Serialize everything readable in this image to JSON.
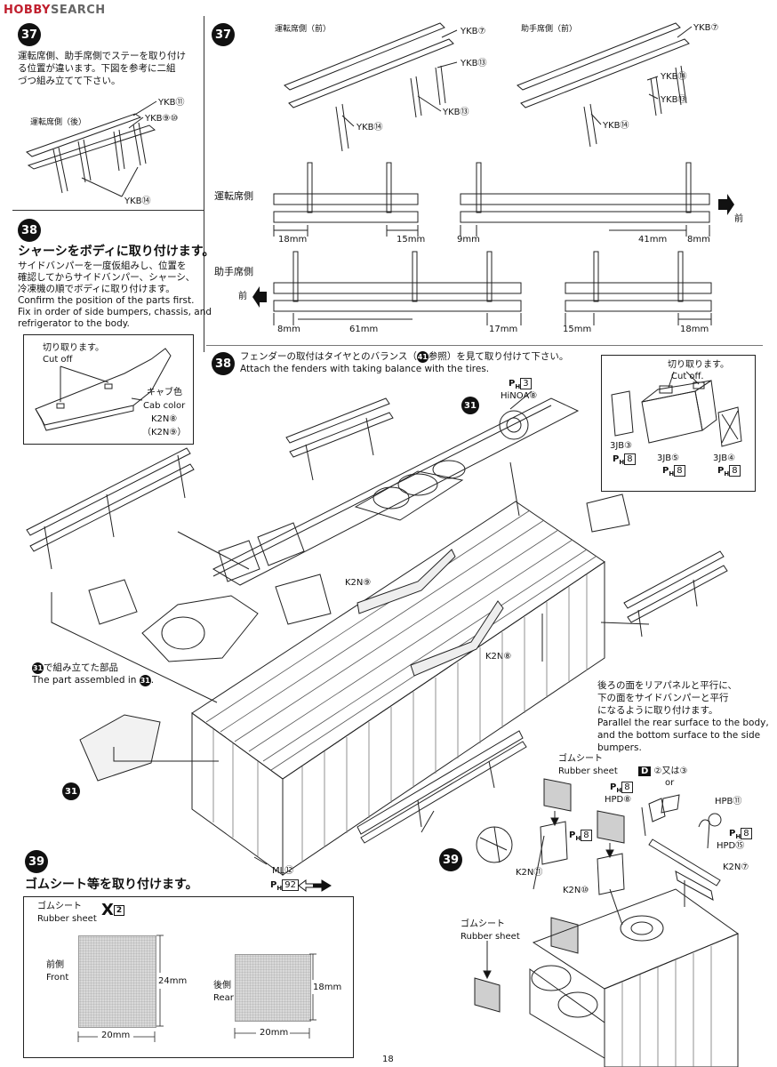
{
  "watermark": {
    "brand": "HOBBY",
    "suffix": "SEARCH"
  },
  "page_number": "18",
  "steps": {
    "s37_left": {
      "num": "37",
      "text_jp": [
        "運転席側、助手席側でステーを取り付け",
        "る位置が違います。下図を参考に二組",
        "づつ組み立てて下さい。"
      ],
      "caption": "運転席側（後）",
      "labels": [
        "YKB⑪",
        "YKB⑨⑩",
        "YKB⑭"
      ]
    },
    "s37_right": {
      "num": "37",
      "caption_driver_front": "運転席側（前）",
      "caption_passenger_front": "助手席側（前）",
      "labels_a": [
        "YKB⑦",
        "YKB⑬",
        "YKB⑬",
        "YKB⑭"
      ],
      "labels_b": [
        "YKB⑦",
        "YKB⑭",
        "YKB⑬",
        "YKB⑭"
      ],
      "driver_side": "運転席側",
      "passenger_side": "助手席側",
      "front": "前",
      "dims_driver": [
        "18mm",
        "15mm",
        "9mm",
        "41mm",
        "8mm"
      ],
      "dims_passenger": [
        "8mm",
        "61mm",
        "17mm",
        "15mm",
        "18mm"
      ]
    },
    "s38_left": {
      "num": "38",
      "heading": "シャーシをボディに取り付けます。",
      "text_jp": [
        "サイドバンパーを一度仮組みし、位置を",
        "確認してからサイドバンパー、シャーシ、",
        "冷凍機の順でボディに取り付けます。"
      ],
      "text_en": [
        "Confirm the position of the parts first.",
        "Fix in order of side bumpers, chassis, and",
        "refrigerator to the body."
      ],
      "inset_cut_jp": "切り取ります。",
      "inset_cut_en": "Cut off",
      "inset_color_jp": "キャブ色",
      "inset_color_en": "Cab color",
      "inset_parts": [
        "K2N⑧",
        "（K2N⑨）"
      ]
    },
    "s38_main": {
      "num": "38",
      "instruction_jp_pre": "フェンダーの取付はタイヤとのバランス（",
      "instruction_ref": "41",
      "instruction_jp_post": "参照）を見て取り付けて下さい。",
      "instruction_en": "Attach the fenders with taking balance with the tires.",
      "ph3": "3",
      "hinoa": "HiNOA⑧",
      "ref31": "31",
      "k2n9": "K2N⑨",
      "k2n8": "K2N⑧",
      "assembled_jp": "で組み立てた部品",
      "assembled_en": "The part assembled in",
      "ml": "ML⑫",
      "ph92": "92",
      "inset_cut_jp": "切り取ります。",
      "inset_cut_en": "Cut off.",
      "inset_parts": [
        "3JB③",
        "3JB⑤",
        "3JB④"
      ],
      "ph8": "8",
      "rear_note": [
        "後ろの面をリアパネルと平行に、",
        "下の面をサイドバンパーと平行",
        "になるように取り付けます。",
        "Parallel the rear surface to the body,",
        "and the bottom surface to the side",
        "bumpers."
      ]
    },
    "s39_left": {
      "num": "39",
      "heading": "ゴムシート等を取り付けます。",
      "rubber_jp": "ゴムシート",
      "rubber_en": "Rubber sheet",
      "front_jp": "前側",
      "front_en": "Front",
      "rear_jp": "後側",
      "rear_en": "Rear",
      "dims_front": [
        "24mm",
        "20mm"
      ],
      "dims_rear": [
        "18mm",
        "20mm"
      ]
    },
    "s39_right": {
      "num": "39",
      "rubber_jp": "ゴムシート",
      "rubber_en": "Rubber sheet",
      "d_label": "D",
      "d_parts": "②又は③",
      "or": "or",
      "hpd8": "HPD⑧",
      "hpb11": "HPB⑪",
      "hpd15": "HPD⑮",
      "k2n11": "K2N⑪",
      "k2n10": "K2N⑩",
      "k2n7": "K2N⑦",
      "ph8": "8"
    }
  }
}
